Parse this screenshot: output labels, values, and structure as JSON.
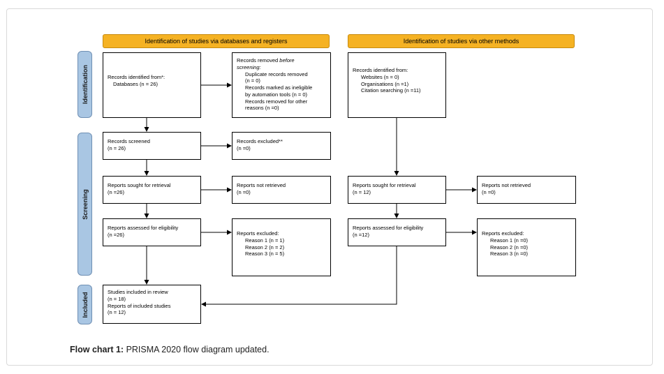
{
  "headers": {
    "left": "Identification of studies via databases and registers",
    "right": "Identification of studies via other methods"
  },
  "phases": {
    "identification": "Identification",
    "screening": "Screening",
    "included": "Included"
  },
  "db": {
    "records_identified": {
      "line1": "Records identified from*:",
      "line2": "Databases (n = 26)"
    },
    "records_removed": {
      "line1a": "Records removed ",
      "line1b": "before",
      "line2": "screening:",
      "line3": "Duplicate records removed",
      "line4": "(n = 0)",
      "line5": "Records marked as ineligible",
      "line6": "by automation tools (n = 0)",
      "line7": "Records removed for other",
      "line8": "reasons (n =0)"
    },
    "screened": {
      "line1": "Records screened",
      "line2": "(n = 26)"
    },
    "excluded": {
      "line1": "Records excluded**",
      "line2": "(n =0)"
    },
    "sought": {
      "line1": "Reports sought for retrieval",
      "line2": "(n =26)"
    },
    "not_retrieved": {
      "line1": "Reports not retrieved",
      "line2": "(n =0)"
    },
    "assessed": {
      "line1": "Reports assessed for eligibility",
      "line2": "(n =26)"
    },
    "reports_excluded": {
      "line1": "Reports excluded:",
      "line2": "Reason 1 (n = 1)",
      "line3": "Reason 2 (n = 2)",
      "line4": "Reason 3 (n = 5)"
    },
    "included": {
      "line1": "Studies included in review",
      "line2": "(n = 18)",
      "line3": "Reports of included studies",
      "line4": "(n = 12)"
    }
  },
  "other": {
    "records_identified": {
      "line1": "Records identified from:",
      "line2": "Websites (n = 0)",
      "line3": "Organisations (n =1)",
      "line4": "Citation searching (n =11)"
    },
    "sought": {
      "line1": "Reports sought for retrieval",
      "line2": "(n = 12)"
    },
    "not_retrieved": {
      "line1": "Reports not retrieved",
      "line2": "(n =0)"
    },
    "assessed": {
      "line1": "Reports assessed for eligibility",
      "line2": "(n =12)"
    },
    "reports_excluded": {
      "line1": "Reports excluded:",
      "line2": "Reason 1 (n =0)",
      "line3": "Reason 2 (n =0)",
      "line4": "Reason 3 (n =0)"
    }
  },
  "caption": {
    "label": "Flow chart 1:",
    "text": " PRISMA 2020 flow diagram updated."
  },
  "colors": {
    "header_fill": "#f5b223",
    "phase_fill": "#a9c6e3",
    "line": "#000000"
  }
}
